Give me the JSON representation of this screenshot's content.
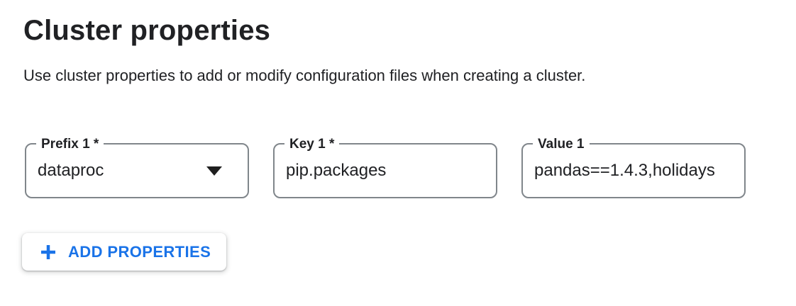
{
  "page": {
    "title": "Cluster properties",
    "description": "Use cluster properties to add or modify configuration files when creating a cluster."
  },
  "fields": {
    "prefix": {
      "label": "Prefix 1 *",
      "value": "dataproc",
      "icon": "arrow-drop-down-icon"
    },
    "key": {
      "label": "Key 1 *",
      "value": "pip.packages"
    },
    "value": {
      "label": "Value 1",
      "value": "pandas==1.4.3,holidays"
    }
  },
  "actions": {
    "add_properties": {
      "label": "ADD PROPERTIES",
      "icon": "plus-icon"
    }
  },
  "colors": {
    "accent_blue": "#1a73e8",
    "text_primary": "#202124",
    "field_border": "#80868b"
  }
}
